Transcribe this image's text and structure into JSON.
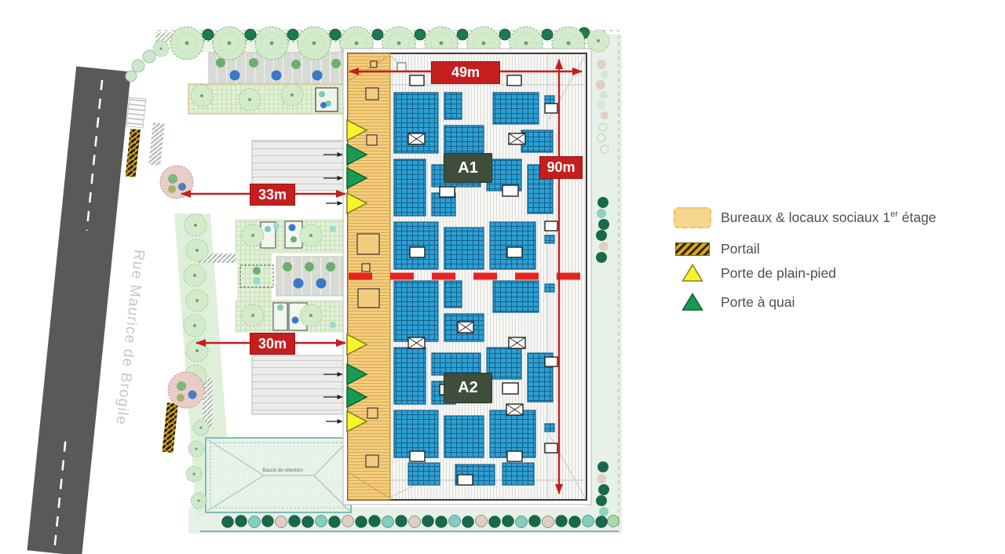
{
  "plan": {
    "street_name": "Rue Maurice de Brogile",
    "dimensions": {
      "building_width": "49m",
      "building_height": "90m",
      "north_yard_width": "33m",
      "south_yard_width": "30m"
    },
    "cells": {
      "a1": "A1",
      "a2": "A2"
    },
    "basin_label": "Bassin de rétention",
    "colors": {
      "dimension_red": "#c41e1e",
      "firewall_red": "#e8231d",
      "racking_blue": "#2d9fd2",
      "offices_orange": "#f3cd7f",
      "door_yellow": "#f8f32c",
      "door_green": "#199a52",
      "cell_label_bg": "#3f4d3b",
      "road_gray": "#595959"
    }
  },
  "legend": {
    "items": [
      {
        "swatch": "offices-area",
        "label_main": "Bureaux & locaux sociaux 1",
        "label_sup": "er",
        "label_tail": " étage"
      },
      {
        "swatch": "portail-hatch",
        "label": "Portail"
      },
      {
        "swatch": "yellow-triangle",
        "label": "Porte de plain-pied"
      },
      {
        "swatch": "green-triangle",
        "label": "Porte à quai"
      }
    ]
  }
}
